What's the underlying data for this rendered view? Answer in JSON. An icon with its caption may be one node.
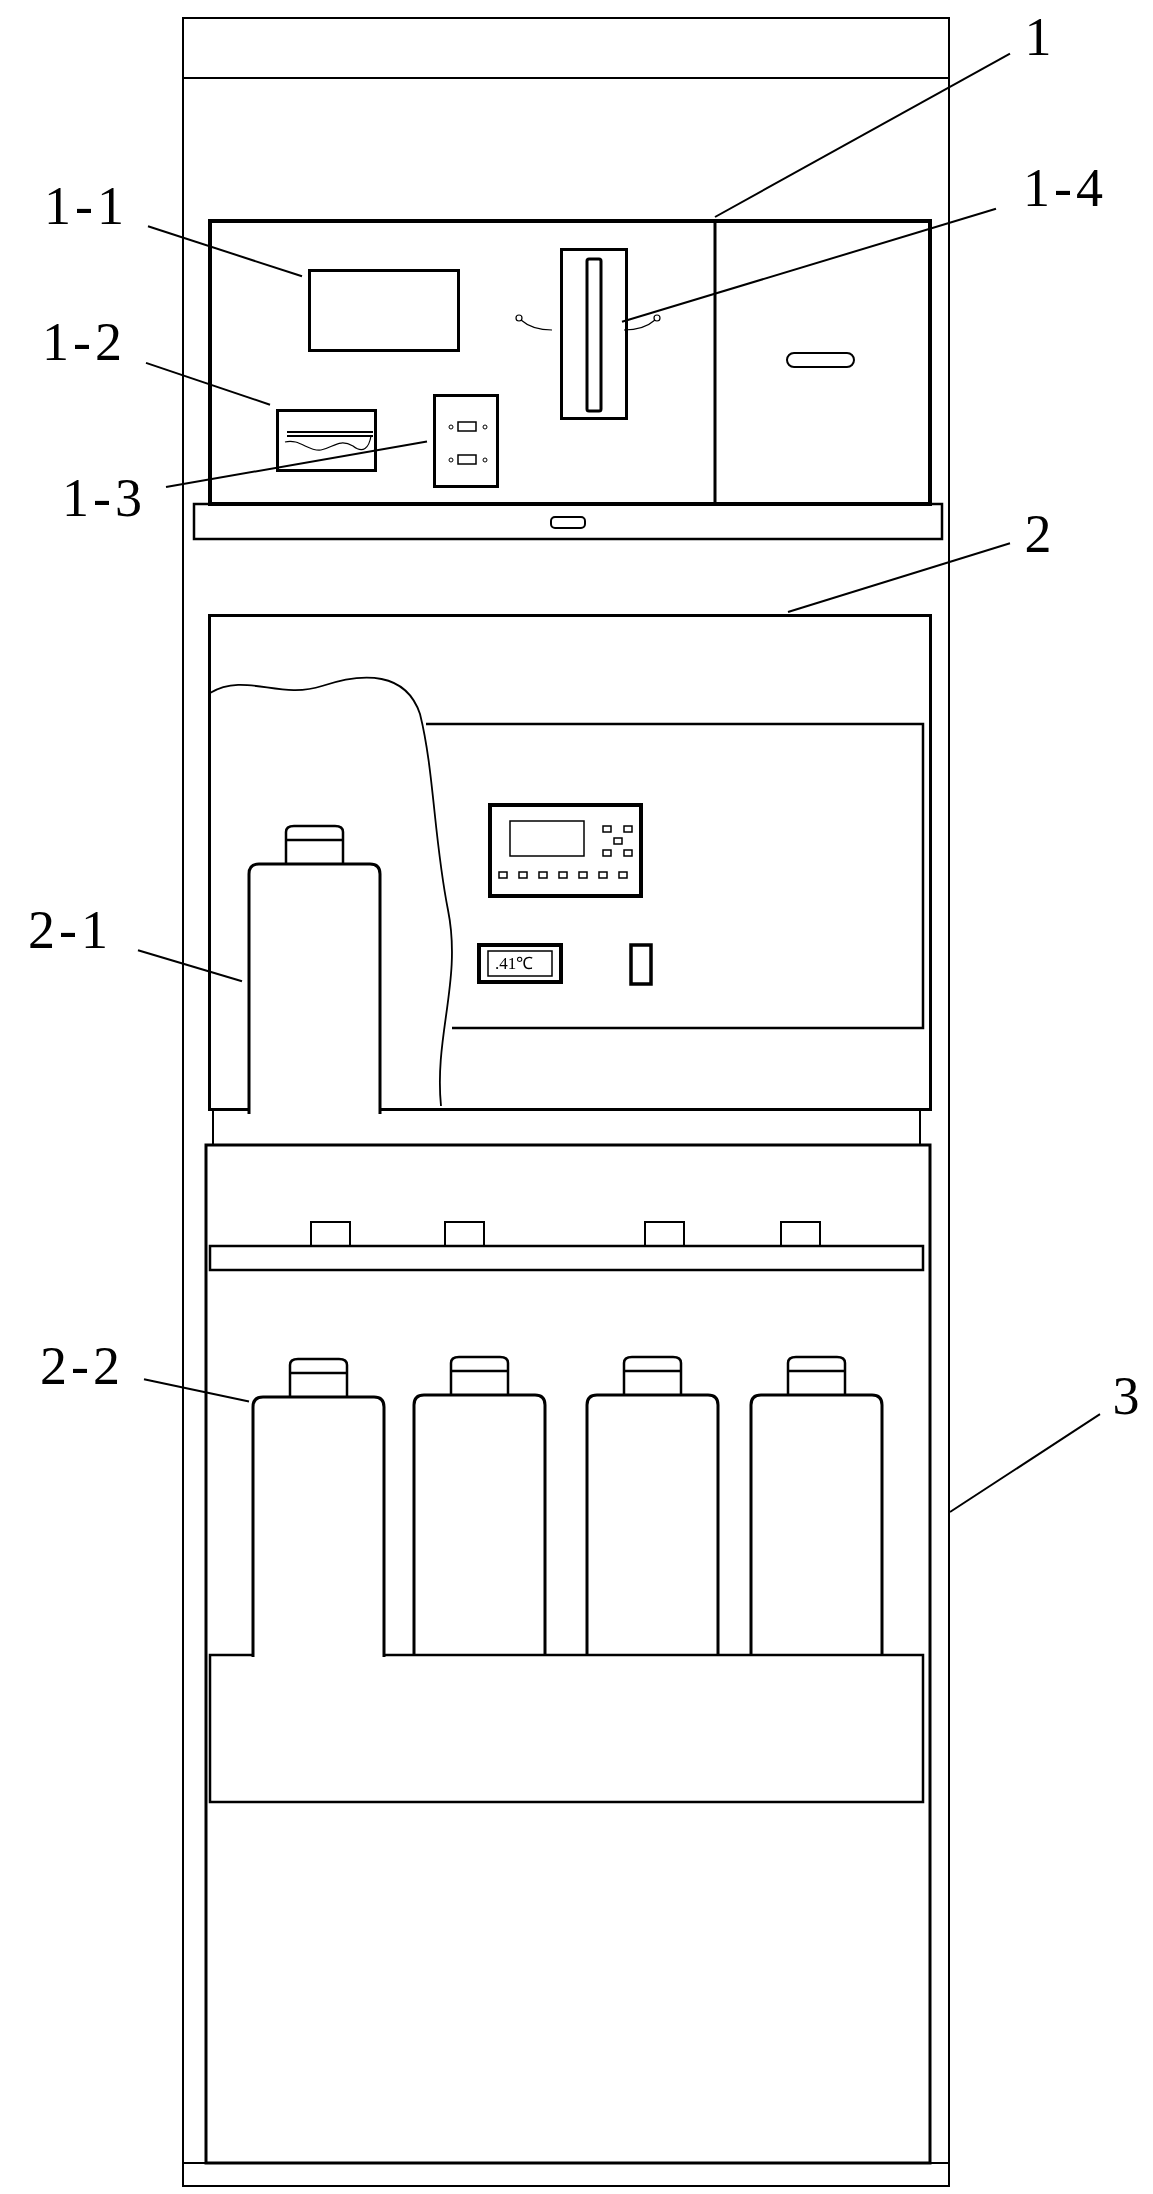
{
  "diagram": {
    "nodes": [
      {
        "text": [
          "1"
        ]
      },
      {
        "text": [
          "1-1"
        ]
      },
      {
        "text": [
          "1-4"
        ]
      },
      {
        "text": [
          "1-2"
        ]
      },
      {
        "text": [
          "1-3"
        ]
      },
      {
        "text": [
          "2"
        ]
      },
      {
        "text": [
          "2-1"
        ]
      },
      {
        "text": [
          "2-2"
        ]
      },
      {
        "text": [
          "3"
        ]
      },
      {
        "text": [],
        "shape": "box"
      },
      {
        "text": [],
        "shape": "box",
        "in": 9
      },
      {
        "text": [],
        "shape": "box",
        "in": 10
      },
      {
        "text": [],
        "shape": "box",
        "in": 10
      },
      {
        "text": [],
        "shape": "box",
        "in": 10
      },
      {
        "text": [],
        "shape": "box",
        "in": 10
      },
      {
        "text": [],
        "shape": "box",
        "in": 9
      },
      {
        "text": [],
        "shape": "bottle",
        "in": 15
      },
      {
        "text": [],
        "shape": "bottle",
        "in": 9
      }
    ],
    "edges": [
      {
        "from": 0,
        "to": 10,
        "arrow": "none"
      },
      {
        "from": 1,
        "to": 11,
        "arrow": "none"
      },
      {
        "from": 2,
        "to": 14,
        "arrow": "none"
      },
      {
        "from": 3,
        "to": 12,
        "arrow": "none"
      },
      {
        "from": 4,
        "to": 13,
        "arrow": "none"
      },
      {
        "from": 5,
        "to": 15,
        "arrow": "none"
      },
      {
        "from": 6,
        "to": 16,
        "arrow": "none"
      },
      {
        "from": 7,
        "to": 17,
        "arrow": "none"
      },
      {
        "from": 8,
        "to": 9,
        "arrow": "none"
      }
    ],
    "labels": [
      ".41℃"
    ]
  }
}
